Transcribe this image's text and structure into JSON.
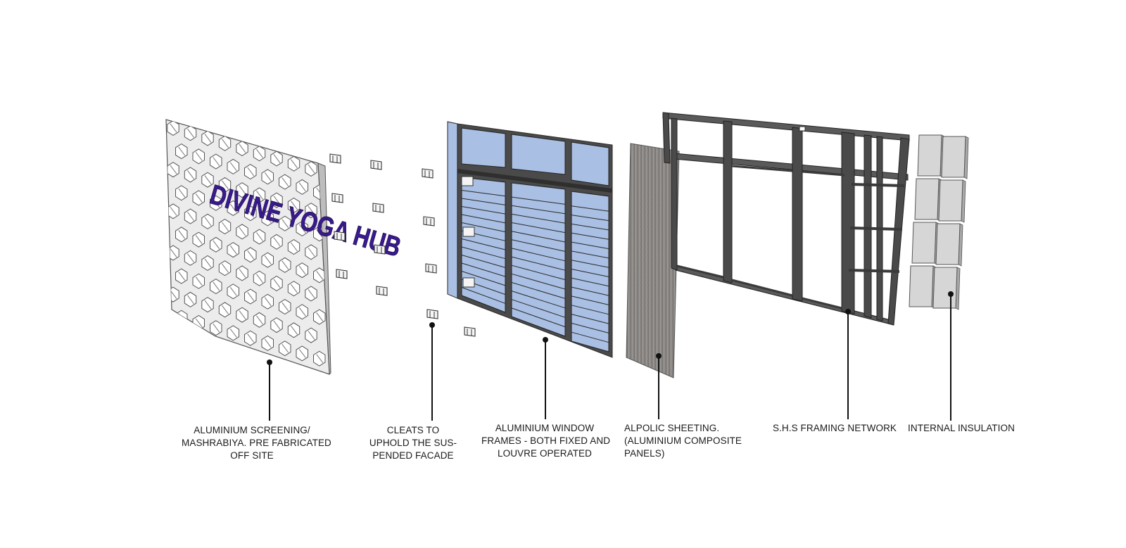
{
  "sign_text": "DIVINE YOGA HUB",
  "colors": {
    "signage": "#3a1a8c",
    "glazing": "#a9bfe3",
    "frame": "#4a4a4a",
    "alpolic": "#8a8784",
    "insulation": "#d6d6d6",
    "screen": "#e9e9e9"
  },
  "labels": {
    "screening": [
      "ALUMINIUM  SCREENING/",
      "MASHRABIYA. PRE FABRICATED",
      "OFF SITE"
    ],
    "cleats": [
      "CLEATS TO",
      "UPHOLD THE SUS-",
      "PENDED FACADE"
    ],
    "window_frames": [
      "ALUMINIUM WINDOW",
      "FRAMES - BOTH FIXED AND",
      "LOUVRE OPERATED"
    ],
    "alpolic": [
      "ALPOLIC SHEETING.",
      "(ALUMINIUM COMPOSITE",
      "PANELS)"
    ],
    "framing": [
      "S.H.S FRAMING NETWORK"
    ],
    "insulation": [
      "INTERNAL INSULATION"
    ]
  }
}
